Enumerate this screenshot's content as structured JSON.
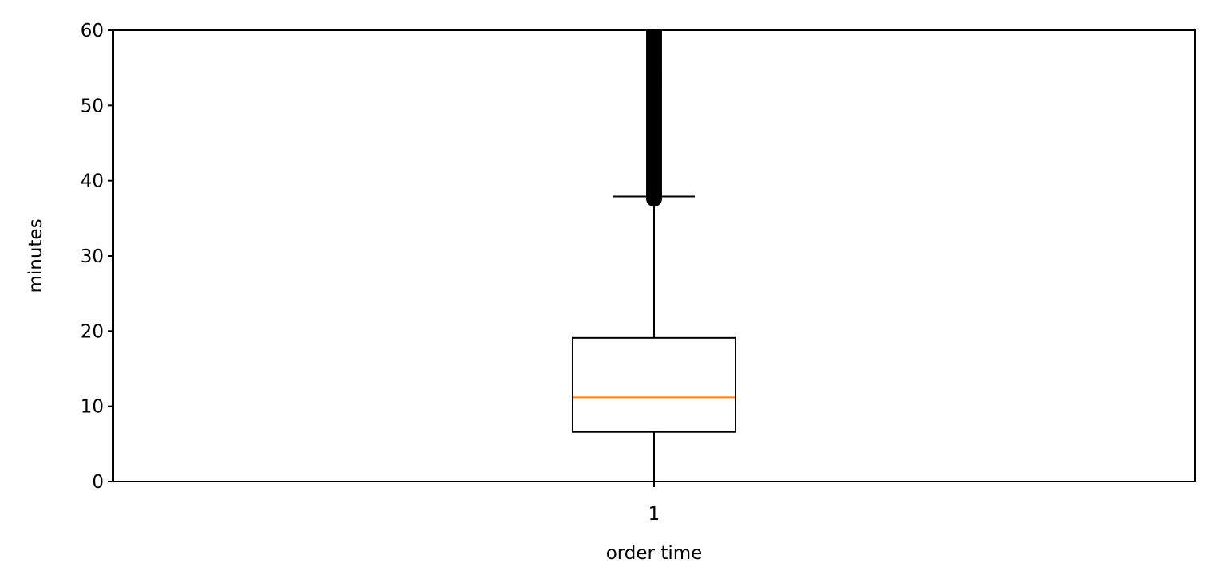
{
  "chart_data": {
    "type": "box",
    "title": "",
    "xlabel": "order time",
    "ylabel": "minutes",
    "ylim": [
      0,
      60
    ],
    "yticks": [
      0,
      10,
      20,
      30,
      40,
      50,
      60
    ],
    "ytick_labels": [
      "0",
      "10",
      "20",
      "30",
      "40",
      "50",
      "60"
    ],
    "categories": [
      "1"
    ],
    "boxes": [
      {
        "label": "1",
        "whisker_low": 0,
        "q1": 6.6,
        "median": 11.2,
        "q3": 19.1,
        "whisker_high": 37.9,
        "outliers_range": [
          37.6,
          60
        ]
      }
    ],
    "colors": {
      "box": "#000000",
      "median": "#ff7f0e",
      "outliers": "#000000"
    },
    "grid": false
  }
}
